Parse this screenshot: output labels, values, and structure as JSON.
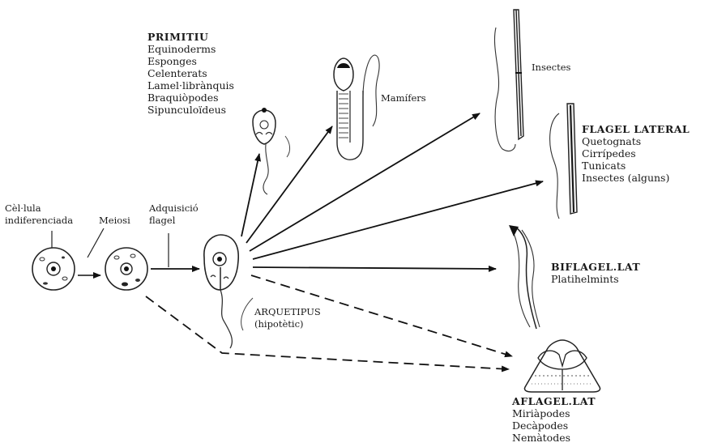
{
  "labels": {
    "cell": [
      "Cèl·lula",
      "indiferenciada"
    ],
    "meiosis": "Meiosi",
    "flagellum": [
      "Adquisició",
      "flagel"
    ],
    "archetype": "ARQUETIPUS",
    "archetype_sub": "(hipotètic)",
    "mammals": "Mamífers",
    "insects": "Insectes"
  },
  "groups": {
    "primitiu": {
      "title": "PRIMITIU",
      "items": [
        "Equinoderms",
        "Esponges",
        "Celenterats",
        "Lamel·librànquis",
        "Braquiòpodes",
        "Sipunculoïdeus"
      ]
    },
    "flagel_lateral": {
      "title": "FLAGEL LATERAL",
      "items": [
        "Quetognats",
        "Cirrípedes",
        "Tunicats",
        "Insectes (alguns)"
      ]
    },
    "biflagel_lat": {
      "title": "BIFLAGEL.LAT",
      "items": [
        "Platihelmints"
      ]
    },
    "aflagel_lat": {
      "title": "AFLAGEL.LAT",
      "items": [
        "Miriàpodes",
        "Decàpodes",
        "Nemàtodes"
      ]
    }
  }
}
